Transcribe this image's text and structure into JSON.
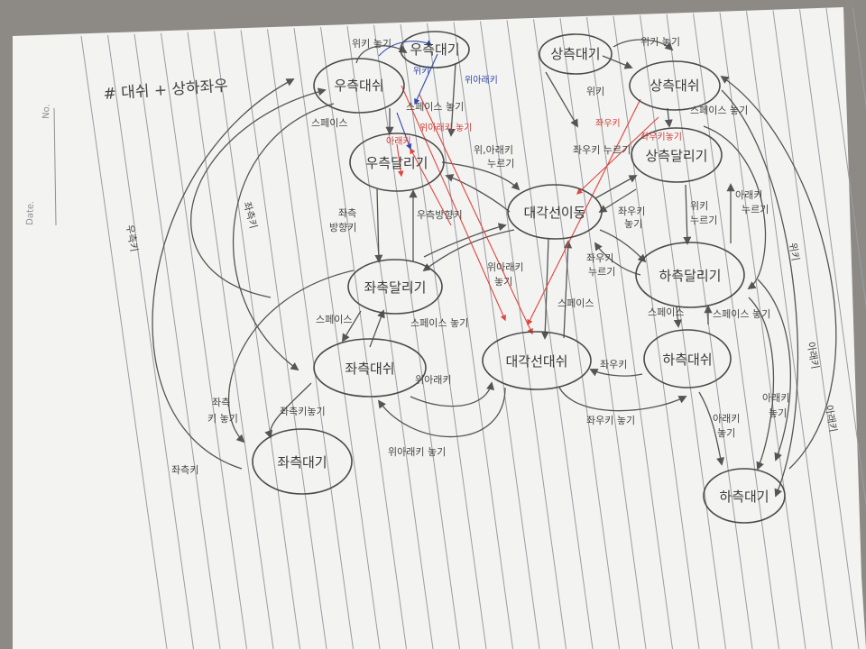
{
  "title": "# 대쉬 + 상하좌우",
  "paper_labels": {
    "no": "No.",
    "date": "Date."
  },
  "nodes": {
    "right_wait": "우측대기",
    "right_dash": "우측대쉬",
    "right_run": "우측달리기",
    "left_run": "좌측달리기",
    "left_dash": "좌측대쉬",
    "left_wait": "좌측대기",
    "diag_ready": "대각선이동",
    "diag_dash": "대각선대쉬",
    "up_wait": "상측대기",
    "up_dash": "상측대쉬",
    "up_run": "상측달리기",
    "down_run": "하측달리기",
    "down_dash": "하측대쉬",
    "down_wait": "하측대기"
  },
  "edge_labels": {
    "right_key": "우측키",
    "left_key": "좌측키",
    "left_key2": "좌측키",
    "space1": "스페이스",
    "space2": "스페이스",
    "space3": "스페이스",
    "space_release1": "스페이스 놓기",
    "space_release2": "스페이스 놓기",
    "space_release3": "스페이스 놓기",
    "left_dir": "좌측\n방향키",
    "right_dir": "우측방향키",
    "left_release": "좌측\n키 놓기",
    "left_release2": "좌측키놓기",
    "updown_release": "위아래키 놓기",
    "updown": "위아래키",
    "updown_press": "위,아래키\n누르기",
    "updown_release2": "위아래키\n놓기",
    "lr_release": "좌우키 놓기",
    "lr": "좌우키",
    "lr_press": "좌우키 누르기",
    "up_release": "위키 놓기",
    "up_release2": "위키 놓기",
    "up": "위키",
    "up_press": "위키\n누르기",
    "down_press": "아래키\n누르기",
    "down": "아래키",
    "down_release": "아래키\n놓기",
    "down2": "아래키",
    "down_release2": "아래키\n놓기",
    "red_down": "아래키",
    "red_updown": "위아래키 놓기",
    "red_lr": "좌우키",
    "red_lr_release": "좌우키놓기"
  },
  "colors": {
    "pencil": "#4a4a4a",
    "red_pen": "#e0453f",
    "blue_pen": "#3248b0",
    "paper": "#f3f3f1"
  }
}
